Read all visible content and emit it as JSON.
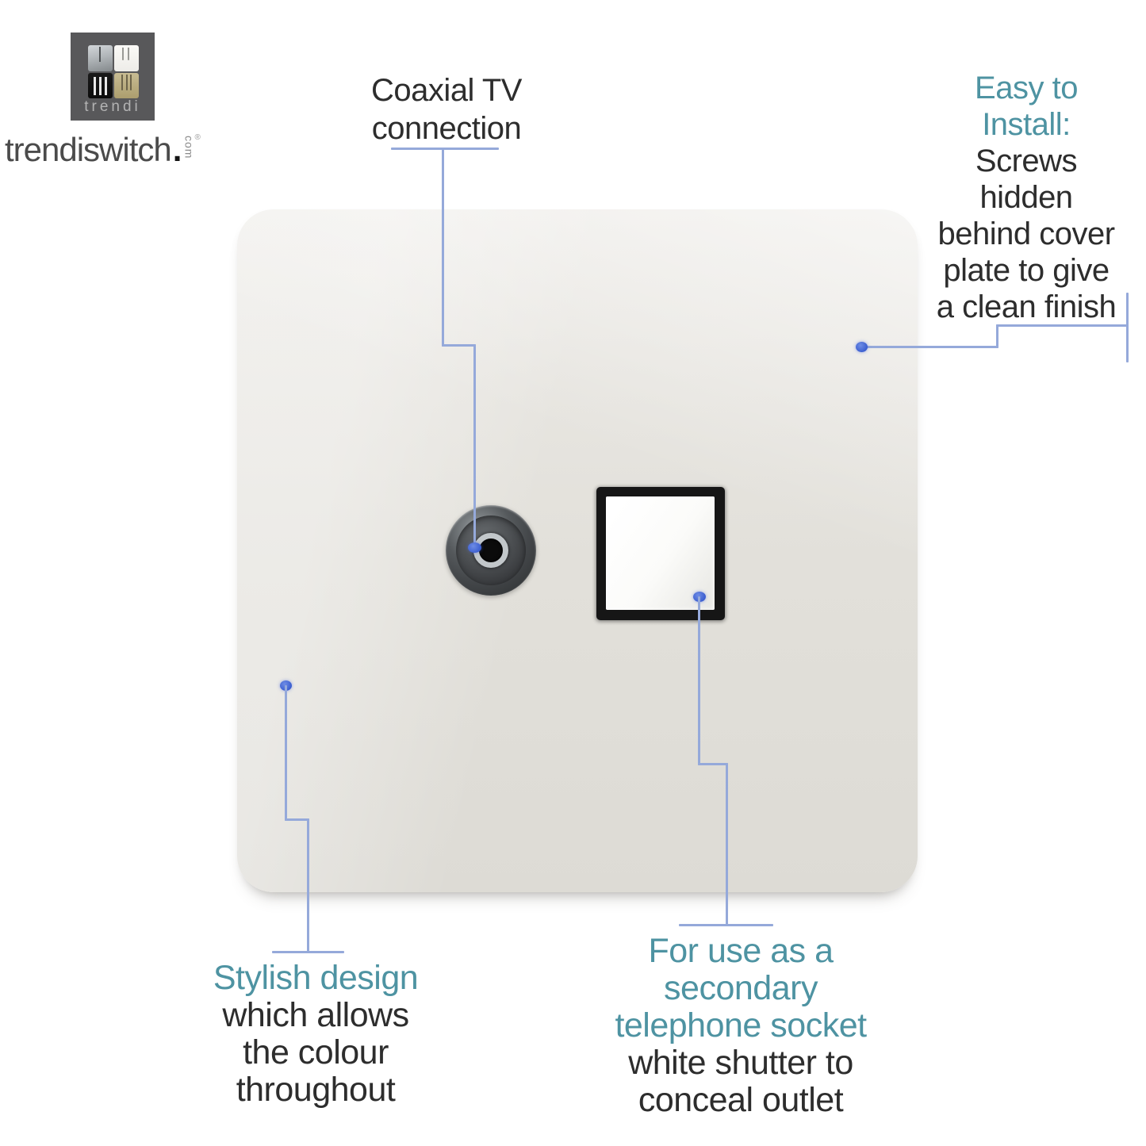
{
  "colors": {
    "teal": "#4e93a2",
    "ink": "#2d2d2d",
    "line": "#95a9da",
    "dot": "#3c5fd0"
  },
  "brand": {
    "logo_label": "trendi",
    "name": "trendiswitch",
    "dot": ".",
    "tld": "com",
    "registered": "®"
  },
  "callouts": {
    "coaxial": {
      "line1": "Coaxial TV",
      "line2": "connection"
    },
    "install": {
      "h1": "Easy to",
      "h2": "Install:",
      "b1": "Screws",
      "b2": "hidden",
      "b3": "behind cover",
      "b4": "plate to give",
      "b5": "a clean finish"
    },
    "stylish": {
      "h1": "Stylish design",
      "b1": "which allows",
      "b2": "the colour",
      "b3": "throughout"
    },
    "telephone": {
      "h1": "For use as a",
      "h2": "secondary",
      "h3": "telephone socket",
      "b1": "white shutter to",
      "b2": "conceal outlet"
    }
  }
}
